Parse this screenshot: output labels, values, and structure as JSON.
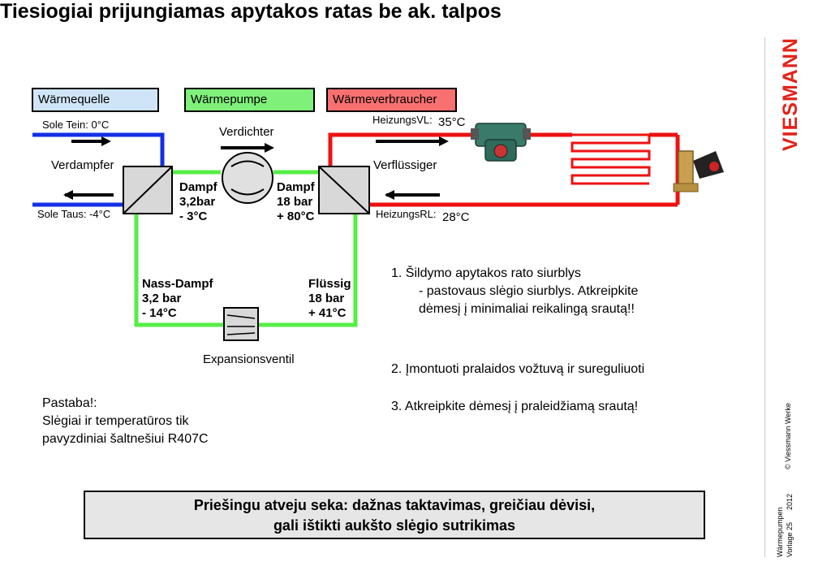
{
  "title": "Tiesiogiai prijungiamas apytakos ratas be ak. talpos",
  "headers": {
    "source": "Wärmequelle",
    "pump": "Wärmepumpe",
    "consumer": "Wärmeverbraucher"
  },
  "labels": {
    "sole_in": "Sole Tein: 0°C",
    "evaporator": "Verdampfer",
    "sole_out": "Sole Taus: -4°C",
    "compressor": "Verdichter",
    "condenser": "Verflüssiger",
    "heating_vl": "HeizungsVL:",
    "heating_vl_temp": "35°C",
    "heating_rl": "HeizungsRL:",
    "heating_rl_temp": "28°C",
    "expansion_valve": "Expansionsventil"
  },
  "states": {
    "evap_out": [
      "Dampf",
      "3,2bar",
      "- 3°C"
    ],
    "comp_out": [
      "Dampf",
      "18 bar",
      "+ 80°C"
    ],
    "wet_vapor": [
      "Nass-Dampf",
      "3,2 bar",
      "- 14°C"
    ],
    "liquid": [
      "Flüssig",
      "18 bar",
      "+ 41°C"
    ]
  },
  "notes": {
    "item1_title": "1.   Šildymo apytakos rato siurblys",
    "item1_line2": "- pastovaus slėgio siurblys. Atkreipkite",
    "item1_line3": "dėmesį į minimaliai reikalingą srautą!!",
    "item2": "2. Įmontuoti pralaidos vožtuvą ir sureguliuoti",
    "item3": "3. Atkreipkite dėmesį į praleidžiamą srautą!",
    "remark_title": "Pastaba!:",
    "remark_line2": "Slėgiai ir temperatūros tik",
    "remark_line3": "pavyzdiniai šaltnešiui R407C"
  },
  "warning": {
    "line1": "Priešingu atveju seka: dažnas taktavimas, greičiau dėvisi,",
    "line2": "gali ištikti aukšto slėgio sutrikimas"
  },
  "sidebar": {
    "copyright": "© Viessmann Werke",
    "footer_line1": "Wärmepumpen",
    "footer_year": "2012",
    "footer_line2": "Vorlage 25",
    "logo": "VIESMANN"
  },
  "colors": {
    "brine": "#1330e6",
    "refrigerant": "#55ee44",
    "heating": "#ee1111",
    "logo": "#e2231a"
  }
}
